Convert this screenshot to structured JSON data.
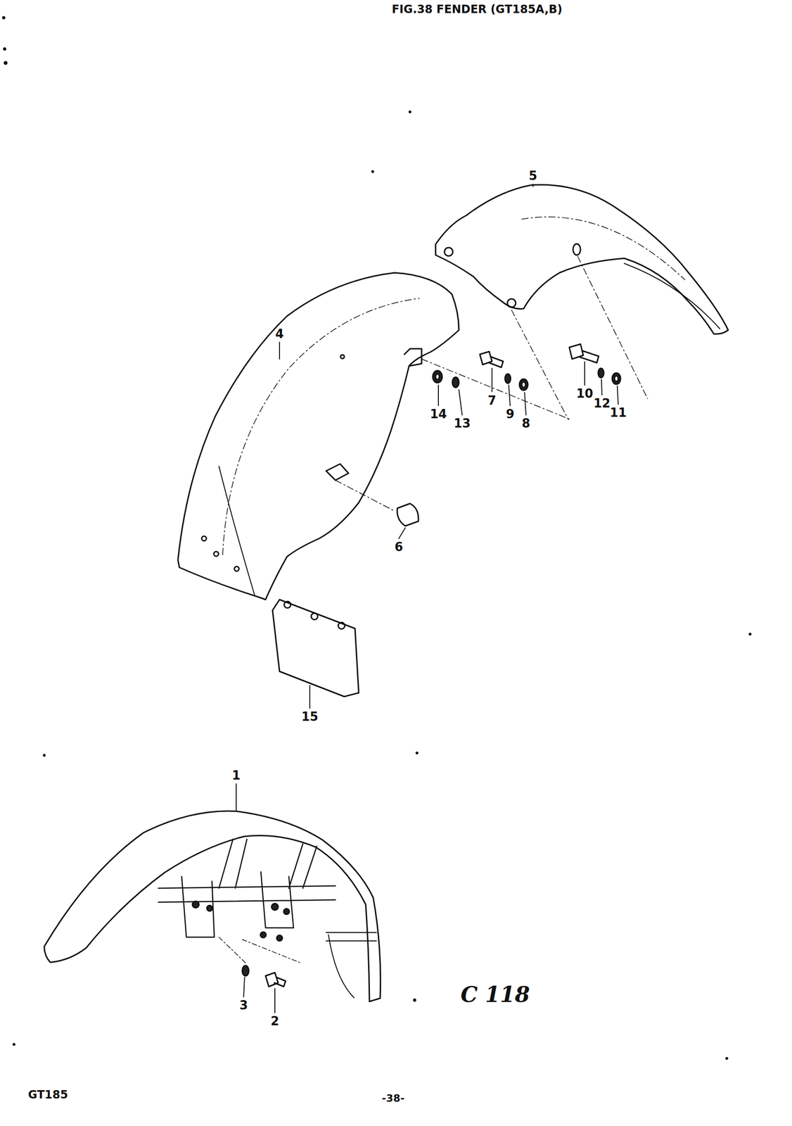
{
  "diagram": {
    "title": "FIG.38 FENDER (GT185A,B)",
    "labels": [
      "5",
      "4",
      "14",
      "13",
      "7",
      "9",
      "8",
      "10",
      "12",
      "11",
      "6",
      "15",
      "1",
      "3",
      "2",
      "C 118",
      "GT185",
      "-38-"
    ]
  }
}
